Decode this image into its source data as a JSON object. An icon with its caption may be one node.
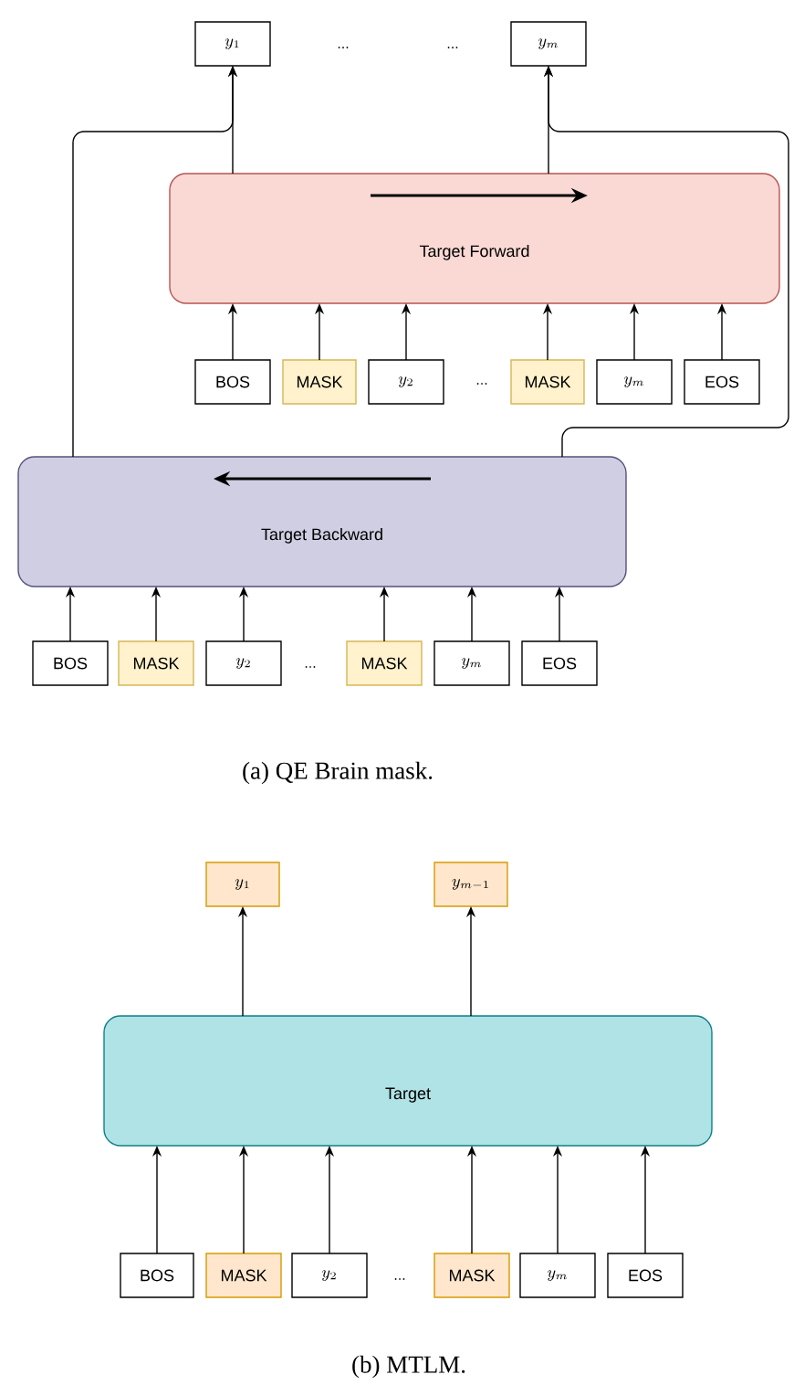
{
  "diagram": {
    "nodes": [
      {
        "text": [
          "y_1"
        ]
      },
      {
        "text": [
          "y_m"
        ]
      },
      {
        "text": [
          "Target Forward"
        ]
      },
      {
        "text": [
          "BOS"
        ]
      },
      {
        "text": [
          "MASK"
        ]
      },
      {
        "text": [
          "y_2"
        ]
      },
      {
        "text": [
          "MASK"
        ]
      },
      {
        "text": [
          "y_m"
        ]
      },
      {
        "text": [
          "EOS"
        ]
      },
      {
        "text": [
          "Target Backward"
        ]
      },
      {
        "text": [
          "BOS"
        ]
      },
      {
        "text": [
          "MASK"
        ]
      },
      {
        "text": [
          "y_2"
        ]
      },
      {
        "text": [
          "MASK"
        ]
      },
      {
        "text": [
          "y_m"
        ]
      },
      {
        "text": [
          "EOS"
        ]
      },
      {
        "text": [
          "y_1"
        ]
      },
      {
        "text": [
          "y_{m-1}"
        ]
      },
      {
        "text": [
          "Target"
        ]
      },
      {
        "text": [
          "BOS"
        ]
      },
      {
        "text": [
          "MASK"
        ]
      },
      {
        "text": [
          "y_2"
        ]
      },
      {
        "text": [
          "MASK"
        ]
      },
      {
        "text": [
          "y_m"
        ]
      },
      {
        "text": [
          "EOS"
        ]
      }
    ],
    "edges": [
      {
        "from": 3,
        "to": 2,
        "arrow": "to"
      },
      {
        "from": 4,
        "to": 2,
        "arrow": "to"
      },
      {
        "from": 5,
        "to": 2,
        "arrow": "to"
      },
      {
        "from": 6,
        "to": 2,
        "arrow": "to"
      },
      {
        "from": 7,
        "to": 2,
        "arrow": "to"
      },
      {
        "from": 8,
        "to": 2,
        "arrow": "to"
      },
      {
        "from": 2,
        "to": 0,
        "arrow": "to"
      },
      {
        "from": 2,
        "to": 1,
        "arrow": "to"
      },
      {
        "from": 9,
        "to": 0,
        "arrow": "to"
      },
      {
        "from": 9,
        "to": 1,
        "arrow": "to"
      },
      {
        "from": 10,
        "to": 9,
        "arrow": "to"
      },
      {
        "from": 11,
        "to": 9,
        "arrow": "to"
      },
      {
        "from": 12,
        "to": 9,
        "arrow": "to"
      },
      {
        "from": 13,
        "to": 9,
        "arrow": "to"
      },
      {
        "from": 14,
        "to": 9,
        "arrow": "to"
      },
      {
        "from": 15,
        "to": 9,
        "arrow": "to"
      },
      {
        "from": 18,
        "to": 16,
        "arrow": "to"
      },
      {
        "from": 18,
        "to": 17,
        "arrow": "to"
      },
      {
        "from": 19,
        "to": 18,
        "arrow": "to"
      },
      {
        "from": 20,
        "to": 18,
        "arrow": "to"
      },
      {
        "from": 21,
        "to": 18,
        "arrow": "to"
      },
      {
        "from": 22,
        "to": 18,
        "arrow": "to"
      },
      {
        "from": 23,
        "to": 18,
        "arrow": "to"
      },
      {
        "from": 24,
        "to": 18,
        "arrow": "to"
      }
    ],
    "labels": [
      "...",
      "...",
      "...",
      "...",
      "(a)  QE Brain mask.",
      "...",
      "(b)  MTLM."
    ]
  }
}
